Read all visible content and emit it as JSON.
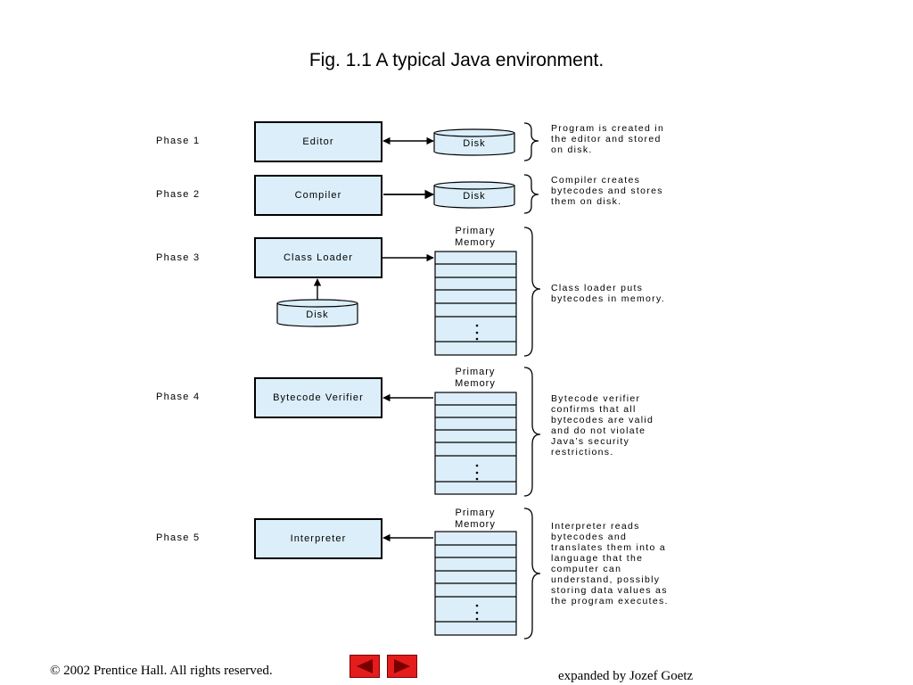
{
  "title": "Fig. 1.1 A typical Java environment.",
  "phases": [
    {
      "label": "Phase 1",
      "stage": "Editor",
      "disk": "Disk",
      "note": "Program is created in\nthe editor and stored\non disk."
    },
    {
      "label": "Phase 2",
      "stage": "Compiler",
      "disk": "Disk",
      "note": "Compiler creates\nbytecodes and stores\nthem on disk."
    },
    {
      "label": "Phase 3",
      "stage": "Class Loader",
      "disk": "Disk",
      "memory": "Primary\nMemory",
      "note": "Class loader puts\nbytecodes in memory."
    },
    {
      "label": "Phase 4",
      "stage": "Bytecode Verifier",
      "memory": "Primary\nMemory",
      "note": "Bytecode verifier\nconfirms that all\nbytecodes are valid\nand do not violate\nJava’s security\nrestrictions."
    },
    {
      "label": "Phase 5",
      "stage": "Interpreter",
      "memory": "Primary\nMemory",
      "note": "Interpreter reads\nbytecodes and\ntranslates them into a\nlanguage that the\ncomputer can\nunderstand, possibly\nstoring data values as\nthe program executes."
    }
  ],
  "footer": {
    "copyright": "© 2002 Prentice Hall.  All rights reserved.",
    "credit": "expanded by Jozef Goetz"
  },
  "nav": {
    "prev_icon": "arrow-left-icon",
    "next_icon": "arrow-right-icon"
  },
  "colors": {
    "box_fill": "#dbeef9",
    "nav_button": "#e41c1c"
  }
}
